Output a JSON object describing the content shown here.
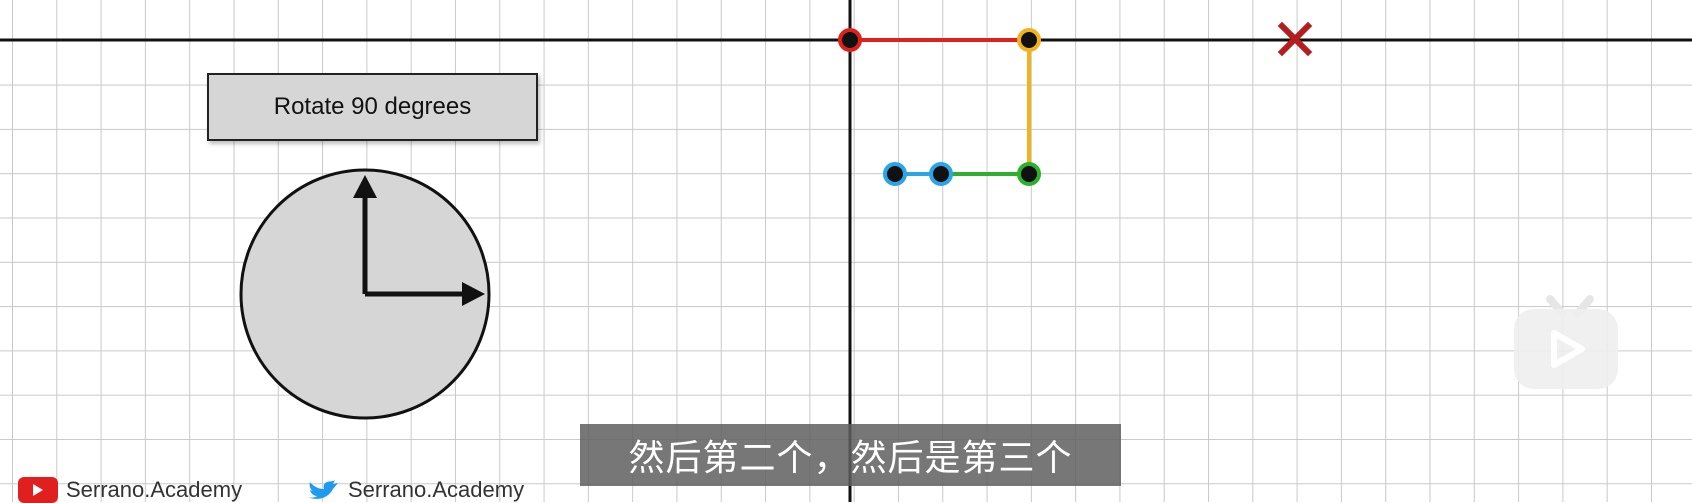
{
  "caption": {
    "text": "Rotate 90 degrees"
  },
  "subtitle": {
    "text": "然后第二个，然后是第三个"
  },
  "footer": {
    "youtube_handle": "Serrano.Academy",
    "twitter_handle": "Serrano.Academy"
  },
  "path_colors": {
    "segment_1": "#e0201b",
    "segment_2": "#f3b21c",
    "segment_3": "#2db02d",
    "segment_4": "#2aa5ea"
  },
  "icons": {
    "target_marker": "x-mark-icon",
    "youtube": "youtube-icon",
    "twitter": "twitter-icon",
    "watermark": "tv-play-logo-icon"
  }
}
